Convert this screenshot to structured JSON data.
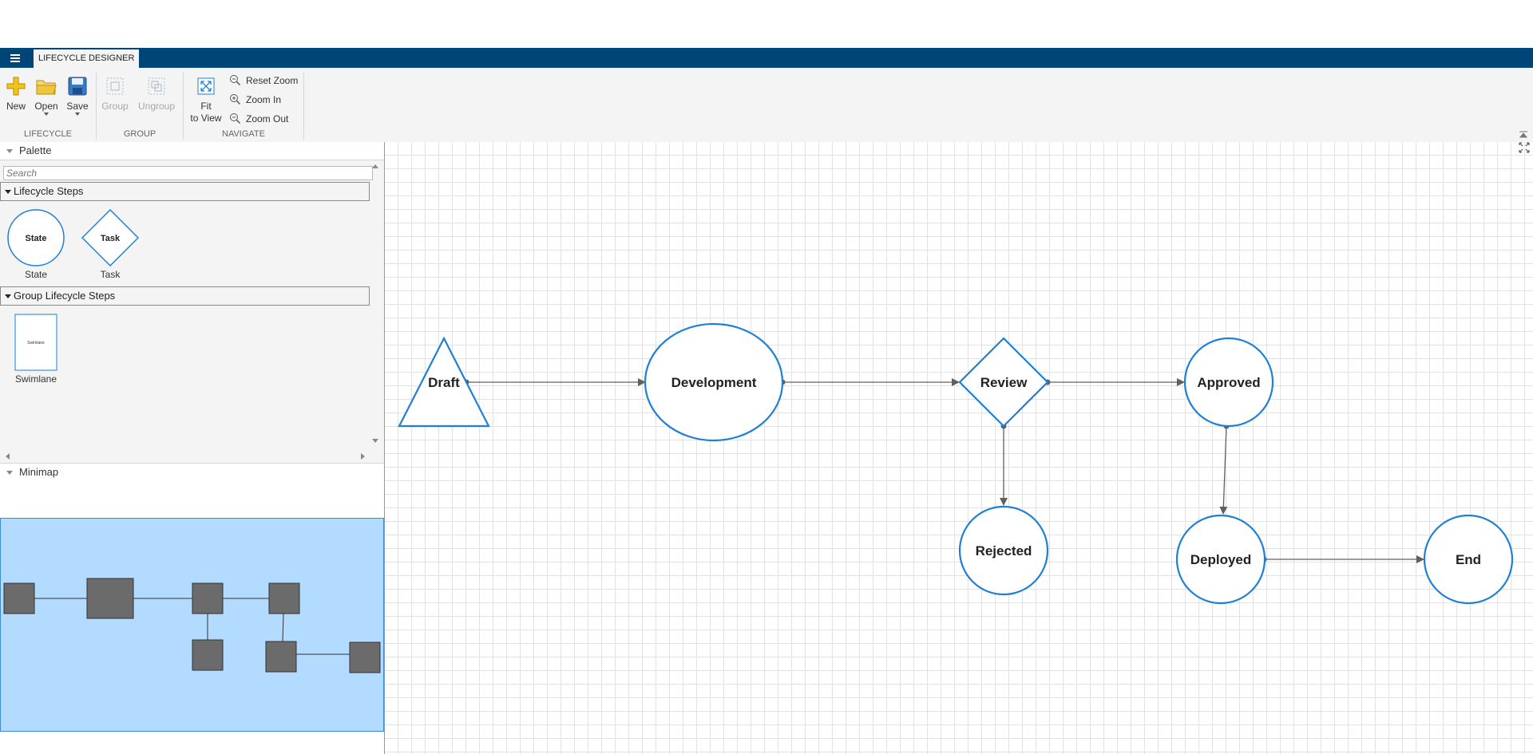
{
  "app": {
    "tab_title": "LIFECYCLE DESIGNER"
  },
  "ribbon": {
    "lifecycle": {
      "group_label": "LIFECYCLE",
      "new_label": "New",
      "open_label": "Open",
      "save_label": "Save"
    },
    "group": {
      "group_label": "GROUP",
      "group_label_btn": "Group",
      "ungroup_label": "Ungroup"
    },
    "navigate": {
      "group_label": "NAVIGATE",
      "fit_label_1": "Fit",
      "fit_label_2": "to View",
      "reset_zoom_label": "Reset Zoom",
      "zoom_in_label": "Zoom In",
      "zoom_out_label": "Zoom Out"
    }
  },
  "palette": {
    "title": "Palette",
    "search_placeholder": "Search",
    "sections": [
      {
        "title": "Lifecycle Steps",
        "items": [
          {
            "label": "State",
            "shape_text": "State"
          },
          {
            "label": "Task",
            "shape_text": "Task"
          }
        ]
      },
      {
        "title": "Group Lifecycle Steps",
        "items": [
          {
            "label": "Swimlane",
            "shape_text": "Swimlane"
          }
        ]
      }
    ]
  },
  "minimap": {
    "title": "Minimap"
  },
  "diagram": {
    "nodes": [
      {
        "id": "draft",
        "label": "Draft",
        "shape": "triangle"
      },
      {
        "id": "development",
        "label": "Development",
        "shape": "ellipse"
      },
      {
        "id": "review",
        "label": "Review",
        "shape": "diamond"
      },
      {
        "id": "approved",
        "label": "Approved",
        "shape": "circle"
      },
      {
        "id": "rejected",
        "label": "Rejected",
        "shape": "circle"
      },
      {
        "id": "deployed",
        "label": "Deployed",
        "shape": "circle"
      },
      {
        "id": "end",
        "label": "End",
        "shape": "circle"
      }
    ],
    "edges": [
      [
        "draft",
        "development"
      ],
      [
        "development",
        "review"
      ],
      [
        "review",
        "approved"
      ],
      [
        "review",
        "rejected"
      ],
      [
        "approved",
        "deployed"
      ],
      [
        "deployed",
        "end"
      ]
    ],
    "colors": {
      "node_stroke": "#1e7fd6",
      "edge": "#606060",
      "minimap_node": "#6b6b6b",
      "minimap_viewport": "#b3dbff"
    }
  }
}
